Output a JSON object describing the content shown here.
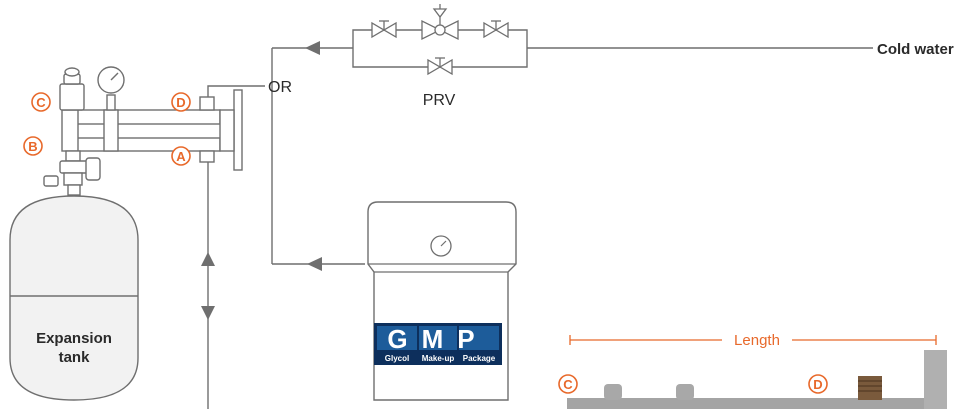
{
  "labels": {
    "cold_water": "Cold water",
    "prv": "PRV",
    "or": "OR",
    "expansion_tank_line1": "Expansion",
    "expansion_tank_line2": "tank",
    "length": "Length"
  },
  "markers": {
    "a": "A",
    "b": "B",
    "c": "C",
    "d": "D",
    "c_detail": "C",
    "d_detail": "D"
  },
  "gmp_logo": {
    "letters": "GMP",
    "subtitle_1": "Glycol",
    "subtitle_2": "Make-up",
    "subtitle_3": "Package"
  },
  "colors": {
    "line": "#6f6f6f",
    "accent": "#e8692b",
    "tank_fill": "#f2f2f2",
    "logo_blue": "#1d5c9a",
    "logo_navy": "#0d2f5c",
    "metal": "#a4a4a4"
  }
}
